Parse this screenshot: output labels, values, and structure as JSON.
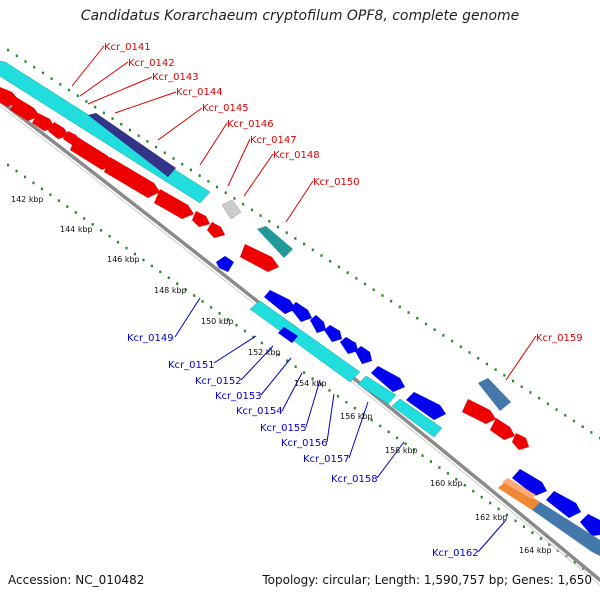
{
  "title": "Candidatus Korarchaeum cryptofilum OPF8, complete genome",
  "accession": "Accession: NC_010482",
  "topology": "Topology: circular; Length: 1,590,757 bp; Genes: 1,650",
  "colors": {
    "forward_label": "#dd0000",
    "reverse_label": "#0000cc",
    "backbone": "#888888",
    "tick_dots": "#2a8a2a",
    "cds": "#ee0000",
    "cds_reverse": "#0000ee",
    "strip_cyan": "#22dddd",
    "strip_navy": "#333388",
    "strip_teal": "#229999",
    "strip_steel": "#4477aa",
    "rna_gray": "#cccccc",
    "orange": "#ee8833"
  },
  "tick_labels": [
    "142 kbp",
    "144 kbp",
    "146 kbp",
    "148 kbp",
    "150 kbp",
    "152 kbp",
    "154 kbp",
    "156 kbp",
    "158 kbp",
    "160 kbp",
    "162 kbp",
    "164 kbp"
  ],
  "forward_genes": [
    "Kcr_0141",
    "Kcr_0142",
    "Kcr_0143",
    "Kcr_0144",
    "Kcr_0145",
    "Kcr_0146",
    "Kcr_0147",
    "Kcr_0148",
    "Kcr_0150",
    "Kcr_0159"
  ],
  "reverse_genes": [
    "Kcr_0149",
    "Kcr_0151",
    "Kcr_0152",
    "Kcr_0153",
    "Kcr_0154",
    "Kcr_0155",
    "Kcr_0156",
    "Kcr_0157",
    "Kcr_0158",
    "Kcr_0162"
  ]
}
